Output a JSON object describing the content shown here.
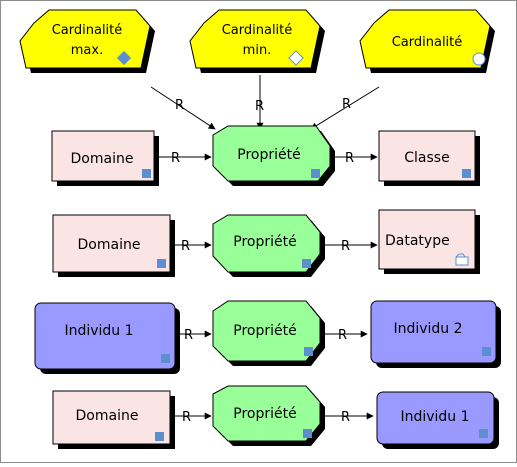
{
  "diagram": {
    "nodes": {
      "card_max": {
        "label_line1": "Cardinalité",
        "label_line2": "max."
      },
      "card_min": {
        "label_line1": "Cardinalité",
        "label_line2": "min."
      },
      "card": {
        "label_line1": "Cardinalité"
      },
      "row1": {
        "left": "Domaine",
        "center": "Propriété",
        "right": "Classe"
      },
      "row2": {
        "left": "Domaine",
        "center": "Propriété",
        "right": "Datatype"
      },
      "row3": {
        "left": "Individu 1",
        "center": "Propriété",
        "right": "Individu 2"
      },
      "row4": {
        "left": "Domaine",
        "center": "Propriété",
        "right": "Individu 1"
      }
    },
    "relation_label": "R",
    "colors": {
      "cardinality_fill": "#ffff00",
      "domain_fill": "#fbe4e4",
      "property_fill": "#99ff99",
      "individual_fill": "#9999ff",
      "marker_fill": "#5b8fd0",
      "shadow": "#000000"
    }
  }
}
